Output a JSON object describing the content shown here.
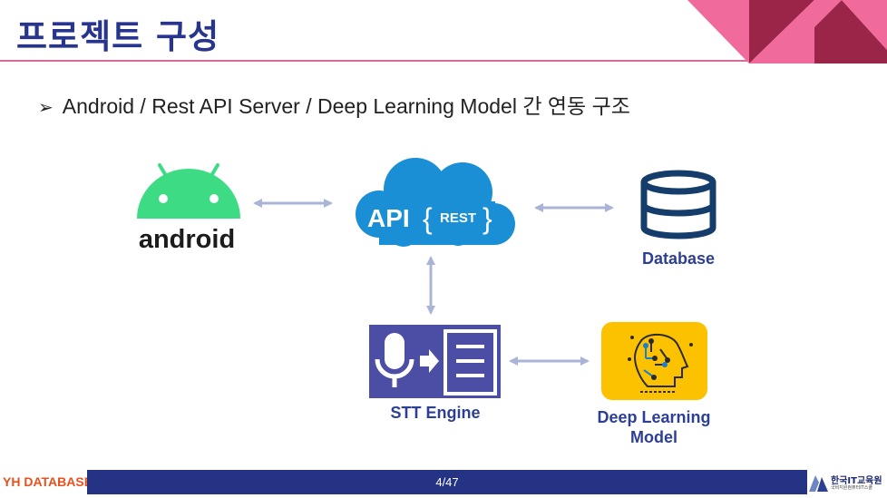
{
  "slide": {
    "title": "프로젝트 구성",
    "bullet_mark": "➢",
    "bullet_text": "Android / Rest API Server / Deep Learning Model 간 연동 구조"
  },
  "diagram": {
    "android_label": "android",
    "api_label": "API",
    "rest_label": "REST",
    "rest_brace_open": "{",
    "rest_brace_close": "}",
    "database_label": "Database",
    "stt_label": "STT Engine",
    "dl_label_line1": "Deep Learning",
    "dl_label_line2": "Model"
  },
  "footer": {
    "logo_text": "YH DATABASE",
    "page": "4/47",
    "org_name": "한국IT교육원",
    "org_sub": "국비지원컴퓨터IT스쿨"
  },
  "colors": {
    "title": "#28358c",
    "android_green": "#3ddc84",
    "cloud_blue": "#1a8fd6",
    "database_navy": "#153d6b",
    "stt_purple": "#4c4ea6",
    "dl_yellow": "#fcc200",
    "arrow": "#a9b4d6",
    "footer_bar": "#253385"
  }
}
